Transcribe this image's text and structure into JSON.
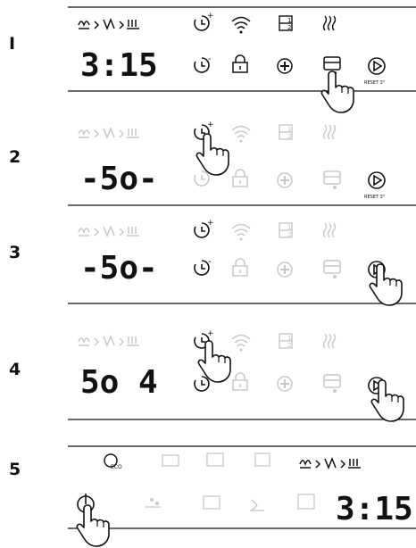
{
  "steps": [
    {
      "number": "I",
      "display": "3:15",
      "reset_label": "RESET 3\""
    },
    {
      "number": "2",
      "display": "-5o-",
      "reset_label": "RESET 3\""
    },
    {
      "number": "3",
      "display": "-5o-",
      "reset_label": ""
    },
    {
      "number": "4",
      "display": "5o 4",
      "reset_label": ""
    },
    {
      "number": "5",
      "display": "3:15",
      "eco_label": "ECO"
    }
  ],
  "icons": {
    "program_sequence": "prewash-wash-dry-icons",
    "timer_plus": "timer-plus-icon",
    "timer_minus": "timer-minus-icon",
    "wifi": "wifi-icon",
    "half_load": "half-load-icon",
    "dry": "dry-heat-icon",
    "lock": "child-lock-icon",
    "rinse_aid": "rinse-aid-icon",
    "salt": "salt-icon",
    "start": "start-reset-icon",
    "power": "power-icon",
    "hand": "pointing-hand-icon"
  },
  "colors": {
    "active": "#111111",
    "faded": "#c8c8c8"
  }
}
